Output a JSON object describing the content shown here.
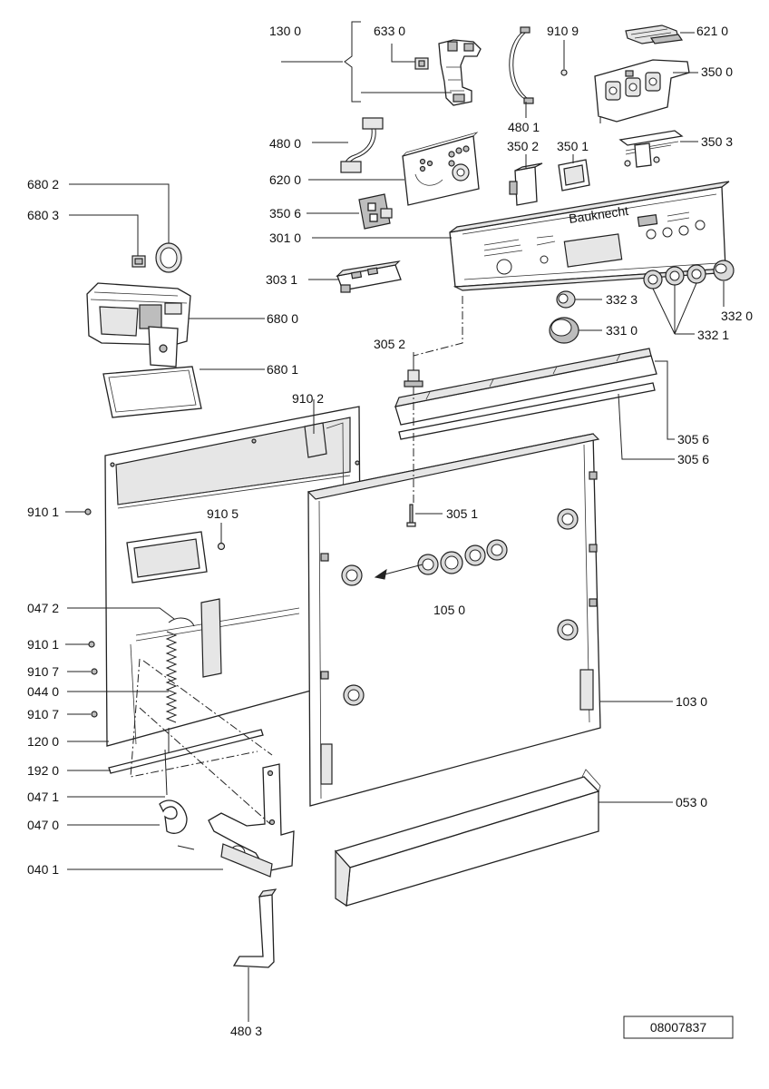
{
  "diagram": {
    "reference_number": "08007837",
    "panel_brand_text": "Bauknecht",
    "labels": [
      {
        "id": "130-0",
        "text": "130 0"
      },
      {
        "id": "633-0",
        "text": "633 0"
      },
      {
        "id": "910-9",
        "text": "910 9"
      },
      {
        "id": "621-0",
        "text": "621 0"
      },
      {
        "id": "350-0",
        "text": "350 0"
      },
      {
        "id": "480-1",
        "text": "480 1"
      },
      {
        "id": "480-0",
        "text": "480 0"
      },
      {
        "id": "350-2",
        "text": "350 2"
      },
      {
        "id": "350-1",
        "text": "350 1"
      },
      {
        "id": "350-3",
        "text": "350 3"
      },
      {
        "id": "620-0",
        "text": "620 0"
      },
      {
        "id": "680-2",
        "text": "680 2"
      },
      {
        "id": "680-3",
        "text": "680 3"
      },
      {
        "id": "350-6",
        "text": "350 6"
      },
      {
        "id": "301-0",
        "text": "301 0"
      },
      {
        "id": "303-1",
        "text": "303 1"
      },
      {
        "id": "332-3",
        "text": "332 3"
      },
      {
        "id": "332-0",
        "text": "332 0"
      },
      {
        "id": "680-0",
        "text": "680 0"
      },
      {
        "id": "331-0",
        "text": "331 0"
      },
      {
        "id": "332-1",
        "text": "332 1"
      },
      {
        "id": "305-2",
        "text": "305 2"
      },
      {
        "id": "680-1",
        "text": "680 1"
      },
      {
        "id": "910-2",
        "text": "910 2"
      },
      {
        "id": "305-6a",
        "text": "305 6"
      },
      {
        "id": "305-6b",
        "text": "305 6"
      },
      {
        "id": "910-1a",
        "text": "910 1"
      },
      {
        "id": "910-5",
        "text": "910 5"
      },
      {
        "id": "305-1",
        "text": "305 1"
      },
      {
        "id": "105-0",
        "text": "105 0"
      },
      {
        "id": "047-2",
        "text": "047 2"
      },
      {
        "id": "910-1b",
        "text": "910 1"
      },
      {
        "id": "910-7a",
        "text": "910 7"
      },
      {
        "id": "044-0",
        "text": "044 0"
      },
      {
        "id": "910-7b",
        "text": "910 7"
      },
      {
        "id": "103-0",
        "text": "103 0"
      },
      {
        "id": "120-0",
        "text": "120 0"
      },
      {
        "id": "192-0",
        "text": "192 0"
      },
      {
        "id": "047-1",
        "text": "047 1"
      },
      {
        "id": "053-0",
        "text": "053 0"
      },
      {
        "id": "047-0",
        "text": "047 0"
      },
      {
        "id": "040-1",
        "text": "040 1"
      },
      {
        "id": "480-3",
        "text": "480 3"
      }
    ]
  }
}
